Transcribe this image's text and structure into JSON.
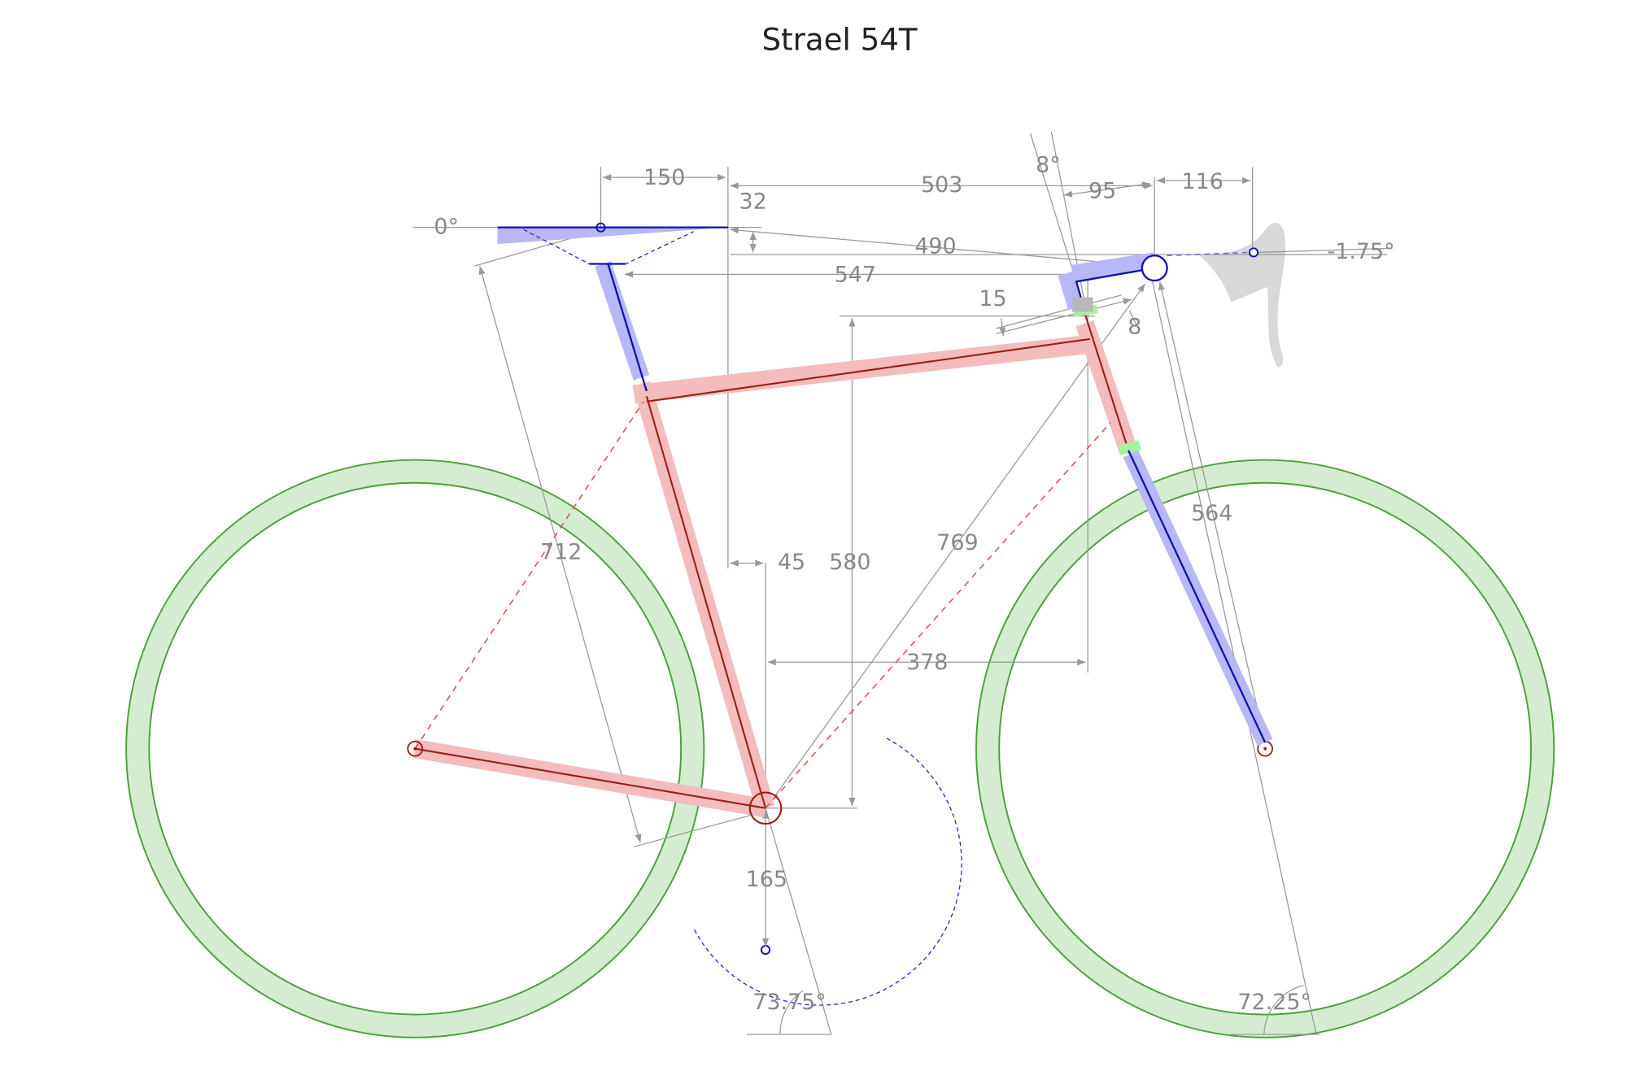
{
  "title": "Strael 54T",
  "dimensions": {
    "saddle_setback": "150",
    "reach_to_bar": "503",
    "saddle_drop": "32",
    "saddle_to_bar": "490",
    "effective_top_tube": "547",
    "spacer": "15",
    "headset": "8",
    "stack": "580",
    "seat_offset": "45",
    "reach": "378",
    "bb_to_bar": "769",
    "saddle_height": "712",
    "fork_length": "564",
    "crank_length": "165",
    "seat_angle": "73.75°",
    "head_angle": "72.25°",
    "saddle_angle": "0°",
    "stem_angle": "8°",
    "stem_length": "95",
    "bar_reach": "116",
    "bar_angle": "-1.75°"
  },
  "colors": {
    "frame": "#f4bcbc",
    "components": "#b8b8f8",
    "wheels": "#d4ecd0",
    "spacer": "#a8f0a0"
  }
}
